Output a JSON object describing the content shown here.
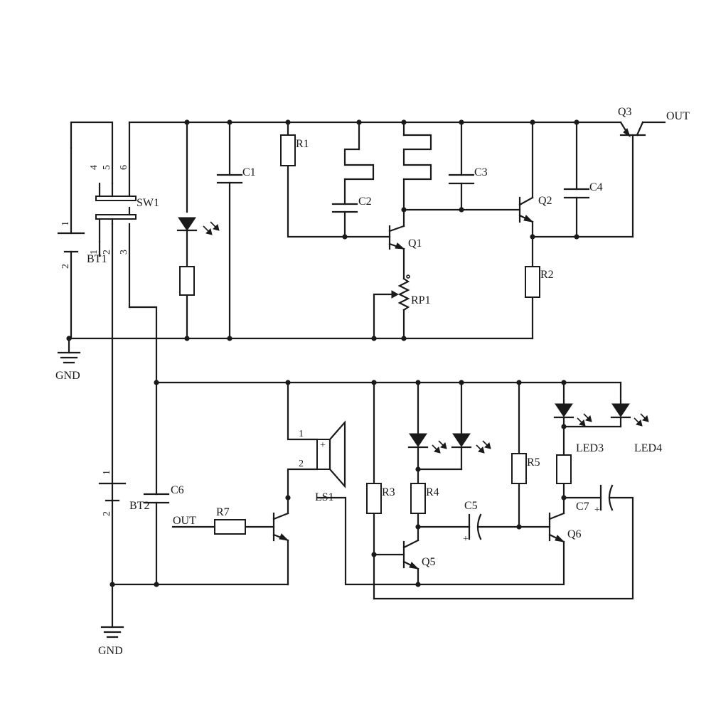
{
  "labels": {
    "q3": "Q3",
    "out_top": "OUT",
    "sw1": "SW1",
    "bt1": "BT1",
    "r1": "R1",
    "c1": "C1",
    "c2": "C2",
    "c3": "C3",
    "q2": "Q2",
    "c4": "C4",
    "q1": "Q1",
    "r2": "R2",
    "rp1": "RP1",
    "gnd_top": "GND",
    "c6": "C6",
    "bt2": "BT2",
    "ls1": "LS1",
    "r3": "R3",
    "r4": "R4",
    "c5": "C5",
    "r5": "R5",
    "c7": "C7",
    "q5": "Q5",
    "q6": "Q6",
    "r7": "R7",
    "out_bottom": "OUT",
    "led3": "LED3",
    "led4": "LED4",
    "gnd_bottom": "GND"
  },
  "pins": {
    "sw_top_4": "4",
    "sw_top_5": "5",
    "sw_top_6": "6",
    "sw_bot_1": "1",
    "sw_bot_2": "2",
    "sw_bot_3": "3",
    "bt1_1": "1",
    "bt1_2": "2",
    "bt2_1": "1",
    "bt2_2": "2",
    "ls1_1": "1",
    "ls1_2": "2",
    "c5_plus": "+",
    "c7_plus": "+",
    "ls_plus": "+"
  },
  "colors": {
    "ink": "#1a1a1a",
    "background": "#ffffff"
  }
}
